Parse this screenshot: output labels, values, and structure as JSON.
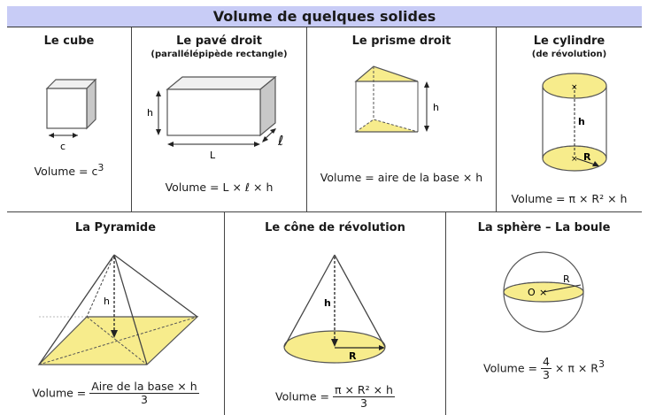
{
  "header": {
    "title": "Volume de quelques solides"
  },
  "colors": {
    "header_bg": "#c8ccf6",
    "fill_yellow": "#f7ec8c",
    "cube_top": "#f0f0f0",
    "cube_side": "#c8c8c8"
  },
  "cube": {
    "title": "Le cube",
    "dim_c": "c",
    "formula_prefix": "Volume = c",
    "formula_exp": "3"
  },
  "pave": {
    "title": "Le pavé droit",
    "subtitle": "(parallélépipède rectangle)",
    "dim_h": "h",
    "dim_L": "L",
    "dim_l": "ℓ",
    "formula": "Volume = L × ℓ × h"
  },
  "prisme": {
    "title": "Le prisme droit",
    "dim_h": "h",
    "formula": "Volume = aire de la base × h"
  },
  "cylindre": {
    "title": "Le cylindre",
    "subtitle": "(de révolution)",
    "dim_h": "h",
    "dim_R": "R",
    "formula": "Volume = π × R² × h"
  },
  "pyramide": {
    "title": "La Pyramide",
    "dim_h": "h",
    "formula_prefix": "Volume =",
    "num": "Aire de la base × h",
    "den": "3"
  },
  "cone": {
    "title": "Le cône de révolution",
    "dim_h": "h",
    "dim_R": "R",
    "formula_prefix": "Volume =",
    "num": "π × R² × h",
    "den": "3"
  },
  "sphere": {
    "title": "La sphère – La boule",
    "dim_R": "R",
    "dim_O": "O",
    "formula_prefix": "Volume =",
    "num": "4",
    "den": "3",
    "formula_suffix": "× π × R",
    "formula_exp": "3"
  }
}
